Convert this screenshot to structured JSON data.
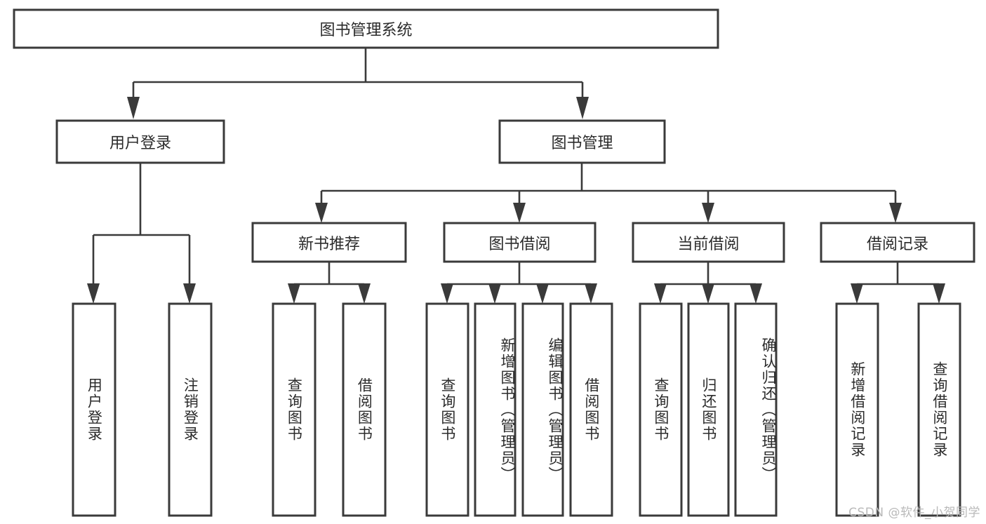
{
  "diagram": {
    "type": "tree",
    "title": "图书管理系统",
    "watermark": "CSDN @软件_小贺同学",
    "colors": {
      "box_stroke": "#3a3a3a",
      "box_fill": "#ffffff",
      "text": "#2b2b2b",
      "connector": "#3a3a3a",
      "background": "#ffffff",
      "watermark": "#b9b9b9"
    },
    "root": {
      "label": "图书管理系统"
    },
    "level2": [
      {
        "label": "用户登录"
      },
      {
        "label": "图书管理"
      }
    ],
    "level3": [
      {
        "label": "新书推荐"
      },
      {
        "label": "图书借阅"
      },
      {
        "label": "当前借阅"
      },
      {
        "label": "借阅记录"
      }
    ],
    "leaves": {
      "user_login": [
        {
          "label": "用户登录"
        },
        {
          "label": "注销登录"
        }
      ],
      "new_book_recommend": [
        {
          "label": "查询图书"
        },
        {
          "label": "借阅图书"
        }
      ],
      "book_borrow": [
        {
          "label": "查询图书"
        },
        {
          "label": "新增图书（管理员）"
        },
        {
          "label": "编辑图书（管理员）"
        },
        {
          "label": "借阅图书"
        }
      ],
      "current_borrow": [
        {
          "label": "查询图书"
        },
        {
          "label": "归还图书"
        },
        {
          "label": "确认归还（管理员）"
        }
      ],
      "borrow_record": [
        {
          "label": "新增借阅记录"
        },
        {
          "label": "查询借阅记录"
        }
      ]
    }
  }
}
